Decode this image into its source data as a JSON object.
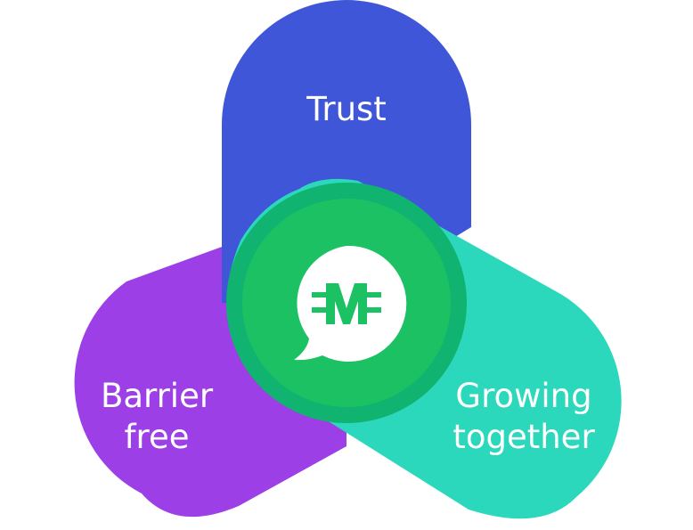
{
  "diagram": {
    "labels": {
      "top": "Trust",
      "left_line1": "Barrier",
      "left_line2": "free",
      "right_line1": "Growing",
      "right_line2": "together"
    },
    "center_logo": {
      "icon": "speech-bubble-m-logo-icon",
      "letter": "M"
    }
  },
  "colors": {
    "top_petal": "#3f56d8",
    "left_petal": "#9c3fe6",
    "right_petal": "#2cd8bc",
    "top_left_overlap": "#3321c8",
    "center_ring": "#10b36f",
    "center_fill": "#1cc163",
    "logo_white": "#ffffff",
    "logo_green": "#1cc163"
  }
}
